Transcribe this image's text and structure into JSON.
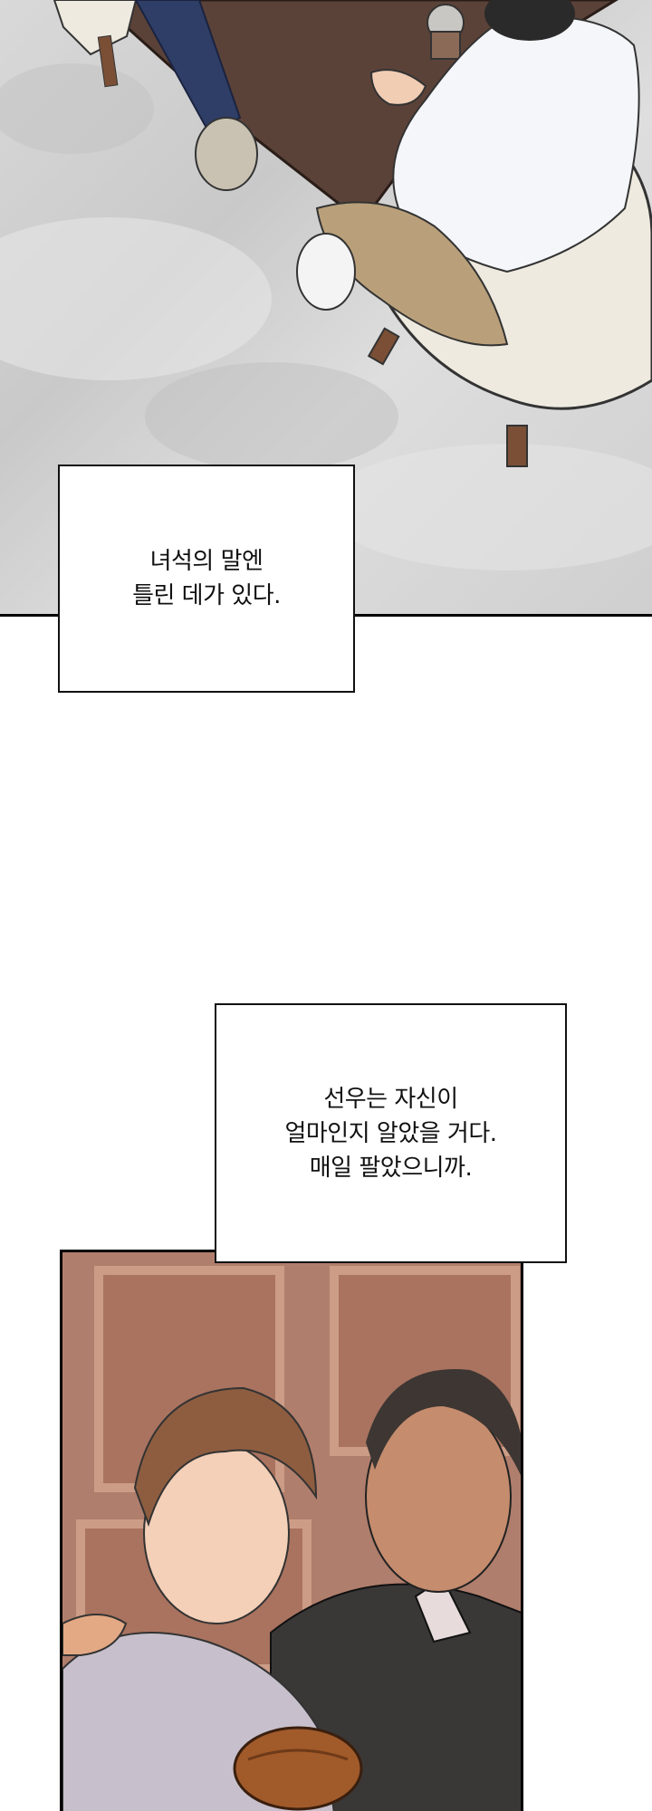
{
  "captions": [
    {
      "lines": [
        "녀석의 말엔",
        "틀린 데가 있다."
      ]
    },
    {
      "lines": [
        "선우는 자신이",
        "얼마인지 알았을 거다.",
        "매일 팔았으니까."
      ]
    }
  ],
  "colors": {
    "floor": "#d3d3d3",
    "table": "#5b4238",
    "wall": "#b07e6c",
    "caption_border": "#111111"
  }
}
